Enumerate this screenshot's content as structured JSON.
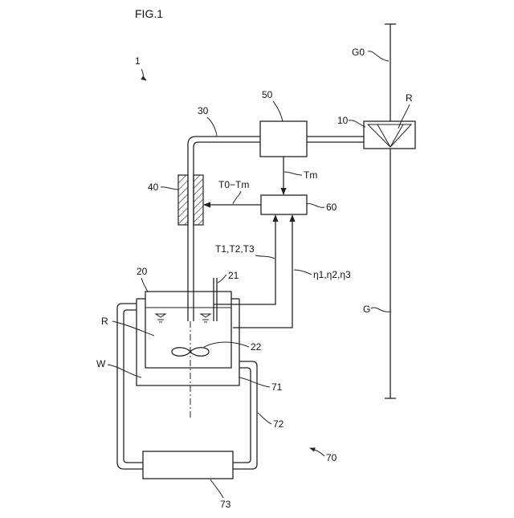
{
  "figure": {
    "title": "FIG.1",
    "system_ref": "1",
    "labels": {
      "g0": "G0",
      "g": "G",
      "r_top": "R",
      "r_left": "R",
      "ref_10": "10",
      "ref_20": "20",
      "ref_21": "21",
      "ref_22": "22",
      "ref_30": "30",
      "ref_40": "40",
      "ref_50": "50",
      "ref_60": "60",
      "ref_70": "70",
      "ref_71": "71",
      "ref_72": "72",
      "ref_73": "73",
      "w": "W",
      "tm": "Tm",
      "t0_tm": "T0−Tm",
      "temps": "T1,T2,T3",
      "etas": "η1,η2,η3"
    }
  }
}
